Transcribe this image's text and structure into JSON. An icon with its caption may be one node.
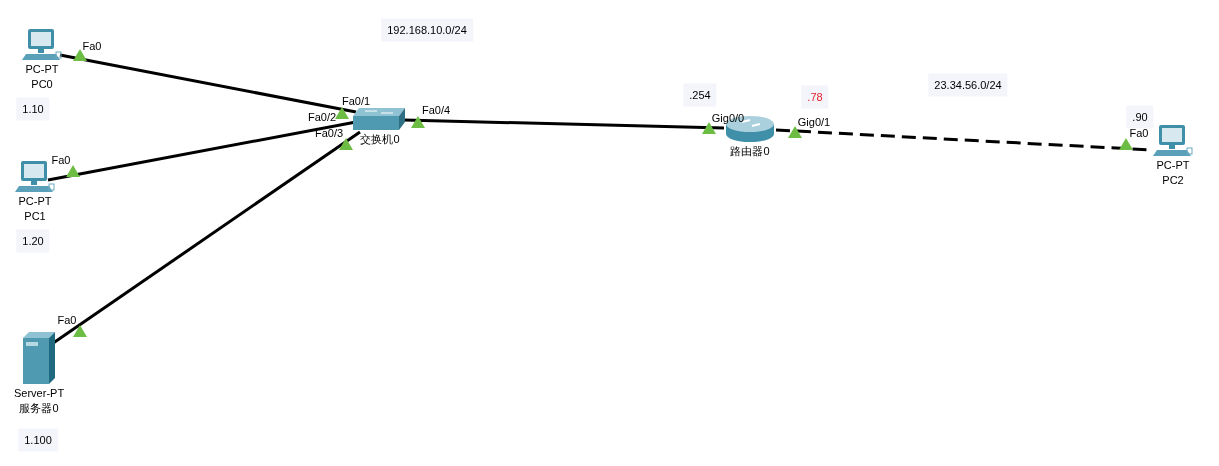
{
  "diagram": {
    "nodes": [
      {
        "text": [
          "PC-PT",
          "PC0"
        ]
      },
      {
        "text": [
          "交换机0"
        ]
      },
      {
        "text": [
          "路由器0"
        ]
      },
      {
        "text": [
          "PC-PT",
          "PC2"
        ]
      },
      {
        "text": [
          "PC-PT",
          "PC1"
        ]
      },
      {
        "text": [
          "Server-PT",
          "服务器0"
        ]
      }
    ],
    "edges": [
      {
        "from": 0,
        "to": 1,
        "arrow": "none"
      },
      {
        "from": 4,
        "to": 1,
        "arrow": "none"
      },
      {
        "from": 5,
        "to": 1,
        "arrow": "none"
      },
      {
        "from": 1,
        "to": 2,
        "arrow": "none"
      },
      {
        "from": 2,
        "to": 3,
        "arrow": "none",
        "style": "dashed"
      }
    ],
    "labels": [
      "192.168.10.0/24",
      "Fa0",
      "Fa0/1",
      "Fa0/2",
      "Fa0/3",
      "Fa0/4",
      "1.10",
      ".254",
      ".78",
      "23.34.56.0/24",
      "Gig0/0",
      "Gig0/1",
      ".90",
      "Fa0",
      "Fa0",
      "1.20",
      "Fa0",
      "1.100"
    ]
  }
}
